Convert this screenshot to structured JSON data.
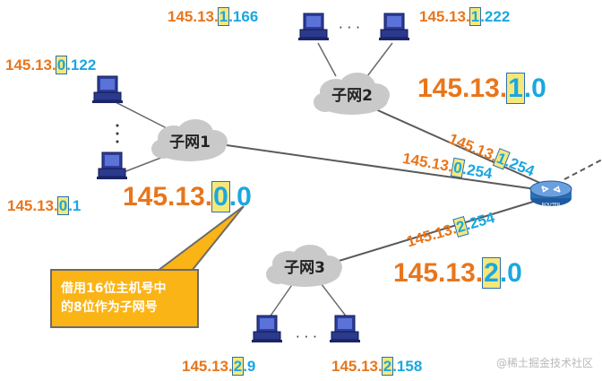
{
  "subnets": [
    {
      "id": "subnet-1",
      "label": "子网1"
    },
    {
      "id": "subnet-2",
      "label": "子网2"
    },
    {
      "id": "subnet-3",
      "label": "子网3"
    }
  ],
  "ellipsis": "· · ·",
  "router_label": "ROUTER",
  "callout": {
    "line1": "借用16位主机号中",
    "line2": "的8位作为子网号"
  },
  "watermark": "@稀土掘金技术社区",
  "addresses": {
    "s2_host_a": {
      "prefix": "145.13.",
      "subnet": "1",
      "host": ".166"
    },
    "s2_host_b": {
      "prefix": "145.13.",
      "subnet": "1",
      "host": ".222"
    },
    "s2_network": {
      "prefix": "145.13.",
      "subnet": "1",
      "host": ".0"
    },
    "s2_router_if": {
      "prefix": "145.13.",
      "subnet": "1",
      "host": ".254"
    },
    "s1_host_a": {
      "prefix": "145.13.",
      "subnet": "0",
      "host": ".122"
    },
    "s1_host_b": {
      "prefix": "145.13.",
      "subnet": "0",
      "host": ".1"
    },
    "s1_network": {
      "prefix": "145.13.",
      "subnet": "0",
      "host": ".0"
    },
    "s1_router_if": {
      "prefix": "145.13.",
      "subnet": "0",
      "host": ".254"
    },
    "s3_router_if": {
      "prefix": "145.13.",
      "subnet": "2",
      "host": ".254"
    },
    "s3_network": {
      "prefix": "145.13.",
      "subnet": "2",
      "host": ".0"
    },
    "s3_host_a": {
      "prefix": "145.13.",
      "subnet": "2",
      "host": ".9"
    },
    "s3_host_b": {
      "prefix": "145.13.",
      "subnet": "2",
      "host": ".158"
    }
  }
}
